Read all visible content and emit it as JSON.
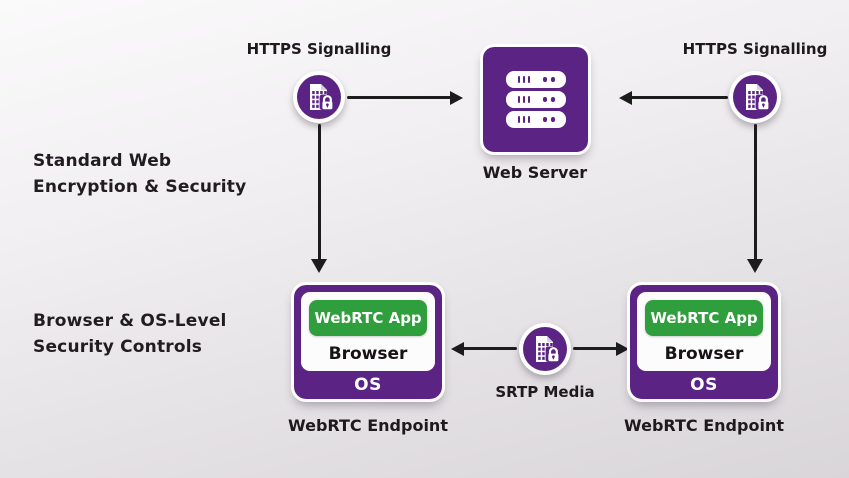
{
  "colors": {
    "purple": "#5b2383",
    "green": "#2f9e3c",
    "arrow_black": "#1c1c1c",
    "ink": "#201c20",
    "background_top": "#fbfafb",
    "background_bottom": "#d9d6d9"
  },
  "section_labels": {
    "standard_web": {
      "line1": "Standard Web",
      "line2": "Encryption & Security"
    },
    "browser_os": {
      "line1": "Browser & OS-Level",
      "line2": "Security Controls"
    }
  },
  "signalling_left": {
    "label": "HTTPS Signalling",
    "icon": "encrypted-document-lock"
  },
  "signalling_right": {
    "label": "HTTPS Signalling",
    "icon": "encrypted-document-lock"
  },
  "web_server": {
    "label": "Web Server",
    "icon": "server-stack"
  },
  "srtp": {
    "label": "SRTP Media",
    "icon": "encrypted-document-lock"
  },
  "endpoint_left": {
    "app": "WebRTC App",
    "browser": "Browser",
    "os": "OS",
    "label": "WebRTC Endpoint"
  },
  "endpoint_right": {
    "app": "WebRTC App",
    "browser": "Browser",
    "os": "OS",
    "label": "WebRTC Endpoint"
  },
  "arrows": [
    "https-left-to-web-server",
    "web-server-from-https-right",
    "https-left-down-to-endpoint-left",
    "https-right-down-to-endpoint-right",
    "srtp-to-endpoint-left",
    "srtp-to-endpoint-right"
  ]
}
